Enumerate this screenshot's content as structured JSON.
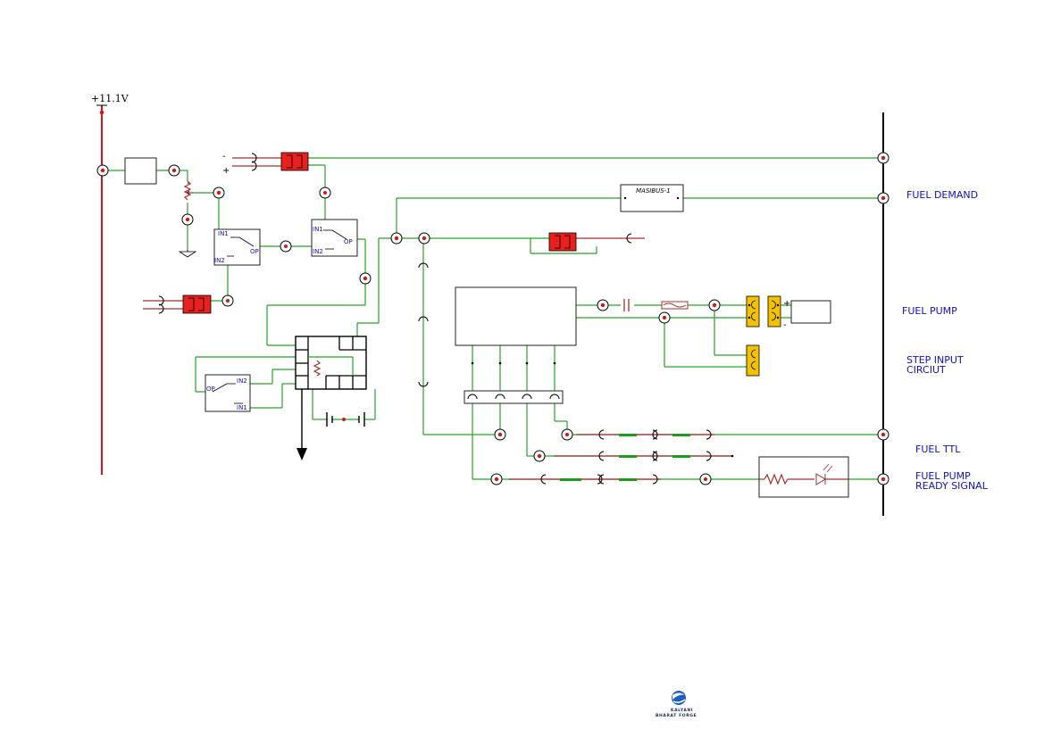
{
  "diagram": {
    "supply_label": "+11.1V",
    "polarity_minus": "-",
    "polarity_plus": "+",
    "module_label": "MASIBUS-1",
    "relay_pins": {
      "in1": "IN1",
      "in2": "IN2",
      "op": "OP"
    },
    "signals": {
      "fuel_demand": "FUEL DEMAND",
      "fuel_pump": "FUEL PUMP",
      "step_input_1": "STEP INPUT",
      "step_input_2": "CIRCIUT",
      "fuel_ttl": "FUEL TTL",
      "ready_1": "FUEL PUMP",
      "ready_2": "READY SIGNAL"
    },
    "logo": {
      "line1": "KALYANI",
      "line2": "BHARAT FORGE"
    },
    "colors": {
      "wire": "#2aa02a",
      "power": "#d01818",
      "connector_red": "#e82020",
      "connector_yellow": "#f2c200",
      "label": "#1010c8"
    }
  }
}
